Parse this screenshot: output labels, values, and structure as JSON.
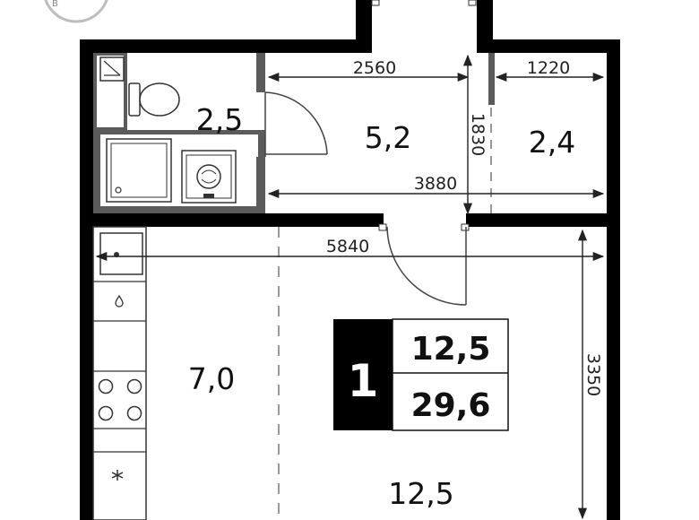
{
  "compass": {
    "letter": "В"
  },
  "rooms": {
    "bathroom": "2,5",
    "hall": "5,2",
    "storage": "2,4",
    "kitchen": "7,0",
    "living": "12,5"
  },
  "dimensions": {
    "hall_width": "2560",
    "storage_width": "1220",
    "hall_depth": "1830",
    "hall_total": "3880",
    "room_width": "5840",
    "room_depth": "3350"
  },
  "badge": {
    "rooms_count": "1",
    "living_area": "12,5",
    "total_area": "29,6"
  }
}
